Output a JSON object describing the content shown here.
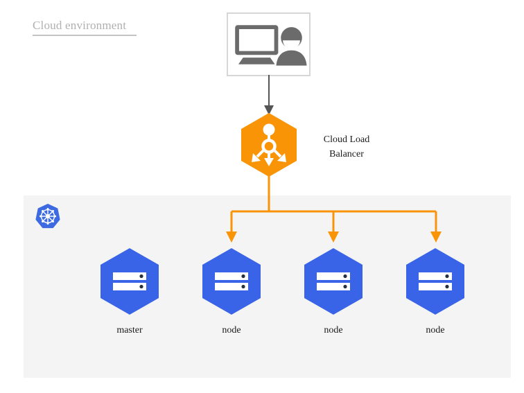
{
  "diagram": {
    "title": "Cloud environment",
    "background_color": "#ffffff"
  },
  "colors": {
    "orange": "#f89406",
    "blue": "#3a64e8",
    "gray_icon": "#6b6b6b",
    "panel": "#f4f4f5",
    "box_border": "#d6d6d6",
    "title_text": "#b0b0b0",
    "arrow_gray": "#555555",
    "k8s_blue": "#3d6ae0"
  },
  "client": {
    "icons": [
      "monitor-icon",
      "user-icon"
    ],
    "border_color": "#d6d6d6"
  },
  "load_balancer": {
    "label_line1": "Cloud Load",
    "label_line2": "Balancer",
    "icon": "load-balancer-icon",
    "color": "#f89406"
  },
  "cluster": {
    "logo": "kubernetes-logo",
    "panel_color": "#f4f4f5",
    "nodes": [
      {
        "label": "master",
        "icon": "server-icon",
        "has_inbound_arrow": false
      },
      {
        "label": "node",
        "icon": "server-icon",
        "has_inbound_arrow": true
      },
      {
        "label": "node",
        "icon": "server-icon",
        "has_inbound_arrow": true
      },
      {
        "label": "node",
        "icon": "server-icon",
        "has_inbound_arrow": true
      }
    ]
  },
  "connectors": {
    "client_to_lb": "arrow-down-gray",
    "lb_to_nodes": "orange-bus-three-arrows"
  }
}
